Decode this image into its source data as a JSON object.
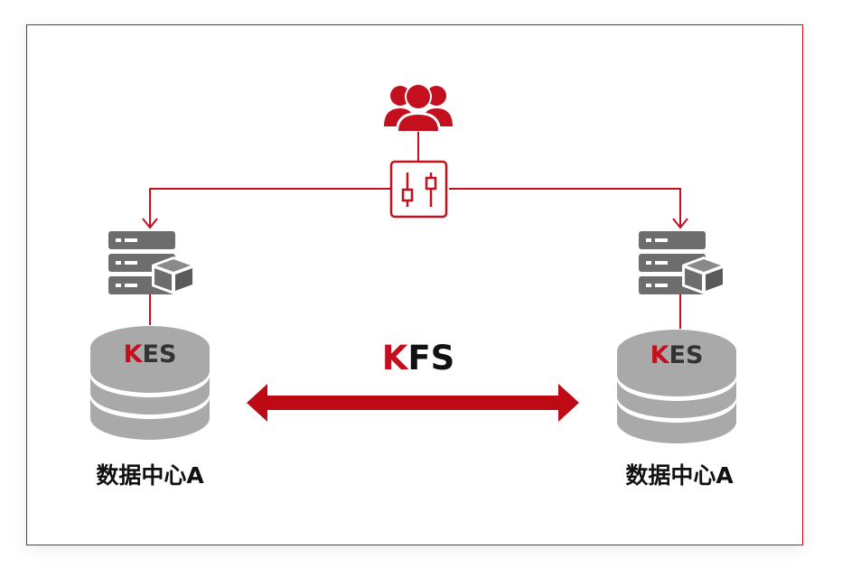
{
  "colors": {
    "accent": "#c40f1e",
    "arrow": "#be0a14",
    "server": "#6d6d6d",
    "db": "#a9a9a9",
    "text": "#111111",
    "db_text": "#333333"
  },
  "icons": {
    "users": "users-group-icon",
    "control": "sliders-control-icon",
    "server": "server-box-icon",
    "database": "database-icon"
  },
  "kfs": {
    "first": "K",
    "rest": "FS"
  },
  "left": {
    "db_first": "K",
    "db_rest": "ES",
    "label": "数据中心A"
  },
  "right": {
    "db_first": "K",
    "db_rest": "ES",
    "label": "数据中心A"
  }
}
